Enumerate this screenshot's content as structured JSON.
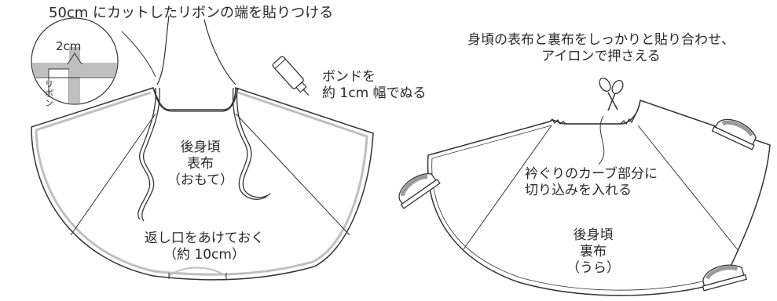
{
  "left_panel": {
    "top_instruction": "50cm にカットしたリボンの端を貼りつける",
    "inset_measure": "2cm",
    "inset_ribbon_label": "リボン",
    "bond_note": [
      "ボンドを",
      "約 1cm 幅でぬる"
    ],
    "piece_label": [
      "後身頃",
      "表布",
      "（おもて）"
    ],
    "opening_note": [
      "返し口をあけておく",
      "（約 10cm）"
    ]
  },
  "right_panel": {
    "top_instruction": [
      "身頃の表布と裏布をしっかりと貼り合わせ、",
      "アイロンで押さえる"
    ],
    "notch_note": [
      "衿ぐりのカーブ部分に",
      "切り込みを入れる"
    ],
    "piece_label": [
      "後身頃",
      "裏布",
      "（うら）"
    ]
  },
  "colors": {
    "line": "#333333",
    "ribbon_gray": "#bfbfbf",
    "iron_gray": "#9a9a9a"
  },
  "icons": [
    "bond-tube-icon",
    "scissors-icon",
    "iron-icon"
  ]
}
